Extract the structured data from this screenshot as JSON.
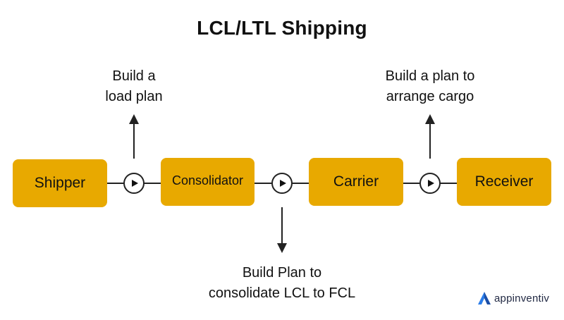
{
  "title": "LCL/LTL Shipping",
  "nodes": {
    "shipper": "Shipper",
    "consolidator": "Consolidator",
    "carrier": "Carrier",
    "receiver": "Receiver"
  },
  "annotations": {
    "load_plan": [
      "Build a",
      "load plan"
    ],
    "consolidate_plan": [
      "Build Plan to",
      "consolidate LCL to FCL"
    ],
    "arrange_cargo": [
      "Build a plan to",
      "arrange cargo"
    ]
  },
  "logo": {
    "text": "appinventiv",
    "icon": "appinventiv-a-logo-icon"
  },
  "colors": {
    "box_fill": "#e8a900",
    "line": "#222222",
    "logo_blue": "#2b7de9"
  }
}
